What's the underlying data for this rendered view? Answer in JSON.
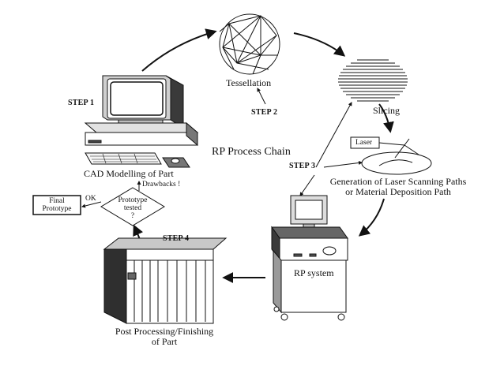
{
  "title": "RP Process Chain",
  "steps": {
    "step1": "STEP 1",
    "step2": "STEP 2",
    "step3": "STEP 3",
    "step4": "STEP 4"
  },
  "nodes": {
    "tessellation": "Tessellation",
    "slicing": "Slicing",
    "laser": "Laser",
    "generation_line1": "Generation of Laser Scanning Paths",
    "generation_line2": "or Material Deposition Path",
    "rp_system": "RP system",
    "post_line1": "Post Processing/Finishing",
    "post_line2": "of Part",
    "cad": "CAD Modelling of Part",
    "drawbacks": "Drawbacks !",
    "prototype_line1": "Prototype",
    "prototype_line2": "tested",
    "prototype_line3": "?",
    "ok": "OK",
    "final_line1": "Final",
    "final_line2": "Prototype"
  },
  "colors": {
    "ink": "#111111",
    "background": "#ffffff",
    "machine_dark": "#3a3a3a",
    "machine_mid": "#9a9a9a"
  }
}
